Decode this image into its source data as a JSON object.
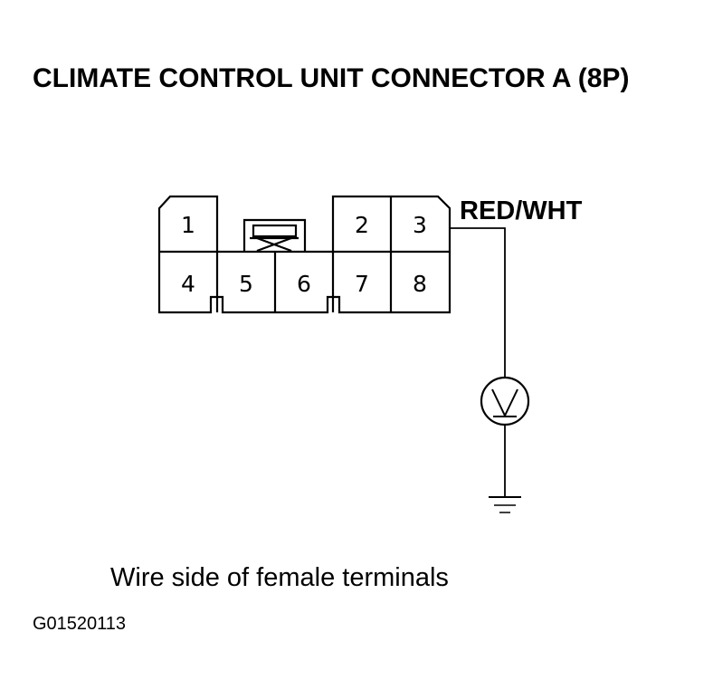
{
  "title": "CLIMATE CONTROL UNIT CONNECTOR A (8P)",
  "caption": "Wire side of female terminals",
  "figure_id": "G01520113",
  "wire_label": "RED/WHT",
  "pins": [
    "1",
    "2",
    "3",
    "4",
    "5",
    "6",
    "7",
    "8"
  ],
  "meter": {
    "type": "voltmeter",
    "icon": "voltmeter-icon"
  },
  "ground": {
    "icon": "ground-symbol-icon"
  }
}
